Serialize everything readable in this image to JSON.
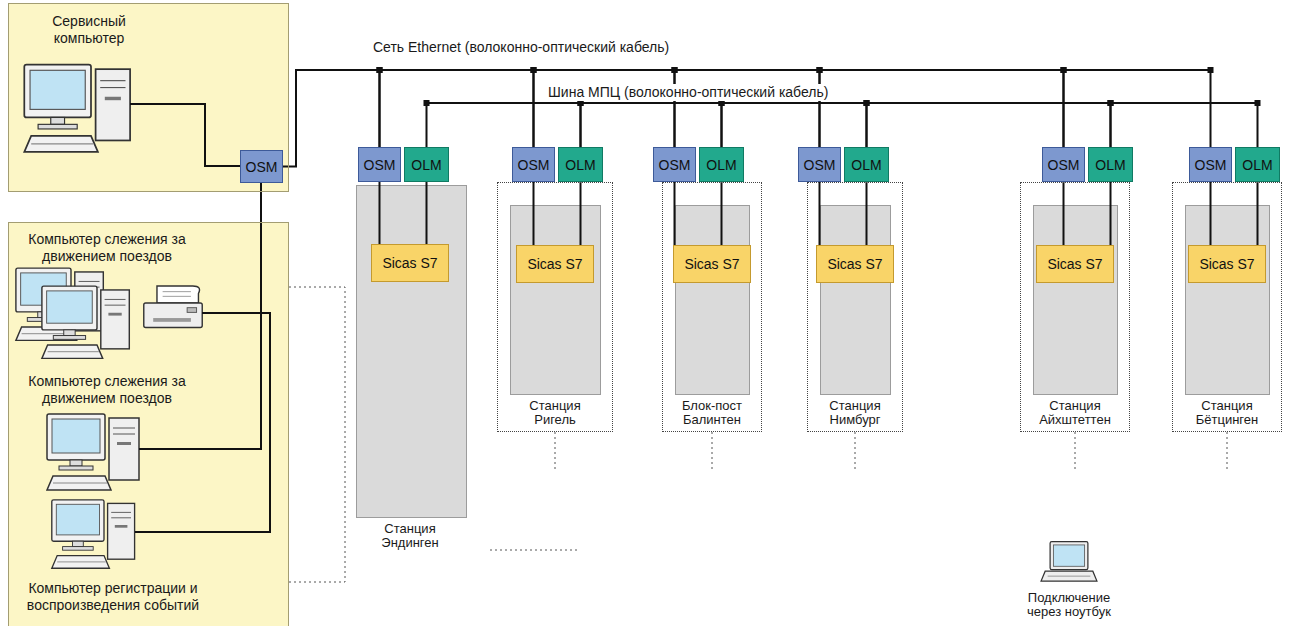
{
  "diagram": {
    "nodes": [
      {
        "text": [
          "Сервисный компьютер"
        ]
      },
      {
        "text": [
          "OSM"
        ],
        "in": 0
      },
      {
        "text": [
          "Компьютер слежения за движением поездов",
          "Компьютер слежения за движением поездов",
          "Компьютер регистрации и воспроизведения событий"
        ]
      },
      {
        "text": [
          "OSM"
        ]
      },
      {
        "text": [
          "OLM"
        ]
      },
      {
        "text": [
          "Станция Эндинген"
        ]
      },
      {
        "text": [
          "Sicas S7"
        ],
        "in": 5
      },
      {
        "text": [
          "OSM"
        ]
      },
      {
        "text": [
          "OLM"
        ]
      },
      {
        "text": [
          "Станция Ригель"
        ]
      },
      {
        "text": [
          "Sicas S7"
        ],
        "in": 9
      },
      {
        "text": [
          "OSM"
        ]
      },
      {
        "text": [
          "OLM"
        ]
      },
      {
        "text": [
          "Блок-пост Балинтен"
        ]
      },
      {
        "text": [
          "Sicas S7"
        ],
        "in": 13
      },
      {
        "text": [
          "OSM"
        ]
      },
      {
        "text": [
          "OLM"
        ]
      },
      {
        "text": [
          "Станция Нимбург"
        ]
      },
      {
        "text": [
          "Sicas S7"
        ],
        "in": 17
      },
      {
        "text": [
          "OSM"
        ]
      },
      {
        "text": [
          "OLM"
        ]
      },
      {
        "text": [
          "Станция Айхштеттен"
        ]
      },
      {
        "text": [
          "Sicas S7"
        ],
        "in": 21
      },
      {
        "text": [
          "OSM"
        ]
      },
      {
        "text": [
          "OLM"
        ]
      },
      {
        "text": [
          "Станция Бётцинген"
        ]
      },
      {
        "text": [
          "Sicas S7"
        ],
        "in": 25
      }
    ],
    "edges": [
      {
        "from": 3,
        "to": 6,
        "arrow": "none"
      },
      {
        "from": 4,
        "to": 6,
        "arrow": "none"
      },
      {
        "from": 7,
        "to": 10,
        "arrow": "none"
      },
      {
        "from": 8,
        "to": 10,
        "arrow": "none"
      },
      {
        "from": 11,
        "to": 14,
        "arrow": "none"
      },
      {
        "from": 12,
        "to": 14,
        "arrow": "none"
      },
      {
        "from": 15,
        "to": 18,
        "arrow": "none"
      },
      {
        "from": 16,
        "to": 18,
        "arrow": "none"
      },
      {
        "from": 19,
        "to": 22,
        "arrow": "none"
      },
      {
        "from": 20,
        "to": 22,
        "arrow": "none"
      },
      {
        "from": 23,
        "to": 26,
        "arrow": "none"
      },
      {
        "from": 24,
        "to": 26,
        "arrow": "none"
      },
      {
        "from": 1,
        "to": 3,
        "arrow": "none"
      },
      {
        "from": 3,
        "to": 7,
        "arrow": "none"
      },
      {
        "from": 7,
        "to": 11,
        "arrow": "none"
      },
      {
        "from": 11,
        "to": 15,
        "arrow": "none"
      },
      {
        "from": 15,
        "to": 19,
        "arrow": "none"
      },
      {
        "from": 19,
        "to": 23,
        "arrow": "none"
      },
      {
        "from": 4,
        "to": 8,
        "arrow": "none"
      },
      {
        "from": 8,
        "to": 12,
        "arrow": "none"
      },
      {
        "from": 12,
        "to": 16,
        "arrow": "none"
      },
      {
        "from": 16,
        "to": 20,
        "arrow": "none"
      },
      {
        "from": 20,
        "to": 24,
        "arrow": "none"
      }
    ],
    "labels": [
      "Сеть Ethernet (волоконно-оптический кабель)",
      "Шина МПЦ (волоконно-оптический кабель)",
      "Подключение через ноутбук"
    ]
  }
}
